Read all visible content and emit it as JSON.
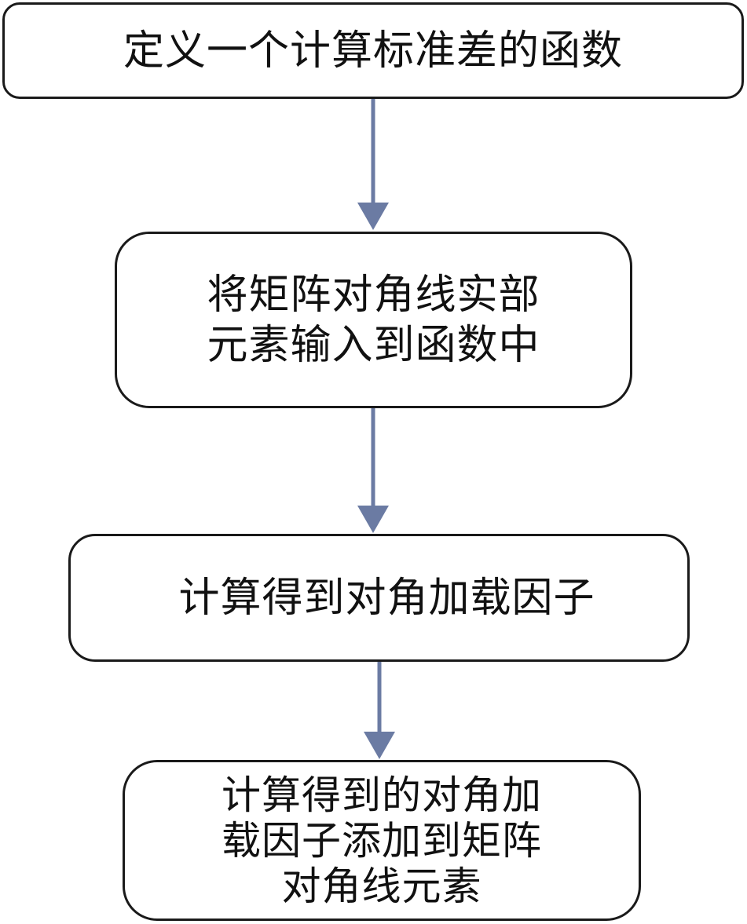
{
  "diagram": {
    "colors": {
      "connector": "#6b7ba3",
      "border": "#1a1a1a",
      "background": "#ffffff"
    },
    "steps": [
      {
        "lines": [
          "定义一个计算标准差的函数"
        ]
      },
      {
        "lines": [
          "将矩阵对角线实部",
          "元素输入到函数中"
        ]
      },
      {
        "lines": [
          "计算得到对角加载因子"
        ]
      },
      {
        "lines": [
          "计算得到的对角加",
          "载因子添加到矩阵",
          "对角线元素"
        ]
      }
    ]
  }
}
